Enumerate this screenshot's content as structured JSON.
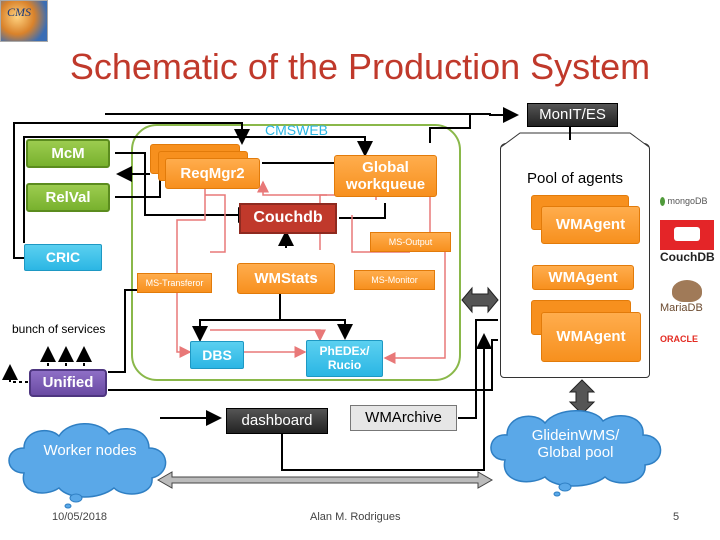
{
  "slide": {
    "title": "Schematic of the Production System",
    "footer_date": "10/05/2018",
    "footer_author": "Alan M. Rodrigues",
    "page_number": "5"
  },
  "logos": {
    "cms": "CMS",
    "mongodb": "mongoDB",
    "couchdb": "CouchDB",
    "mariadb": "MariaDB",
    "oracle": "ORACLE"
  },
  "nodes": {
    "mcm": "McM",
    "relval": "RelVal",
    "cric": "CRIC",
    "cmsweb_label": "CMSWEB",
    "reqmgr2": "ReqMgr2",
    "global_workqueue": "Global workqueue",
    "couchdb": "Couchdb",
    "ms_output": "MS-Output",
    "ms_transferor": "MS-Transferor",
    "wmstats": "WMStats",
    "ms_monitor": "MS-Monitor",
    "dbs": "DBS",
    "phedex_rucio": "PhEDEx/ Rucio",
    "monit_es": "MonIT/ES",
    "pool_of_agents": "Pool of agents",
    "wmagent_1": "WMAgent",
    "wmagent_2": "WMAgent",
    "wmagent_3": "WMAgent",
    "bunch_of_services": "bunch of services",
    "unified": "Unified",
    "dashboard": "dashboard",
    "wmarchive": "WMArchive",
    "worker_nodes": "Worker nodes",
    "glideinwms": "GlideinWMS/ Global pool"
  },
  "colors": {
    "title": "#c0392b",
    "cmsweb_border": "#8ab84a",
    "green": "#78b12e",
    "orange": "#f7901e",
    "cyan": "#2bb6e4",
    "couchdb_red": "#c0392b",
    "unified_purple": "#6a4ba3",
    "cloud_blue": "#5aa8e8",
    "link_red": "#e87878"
  }
}
